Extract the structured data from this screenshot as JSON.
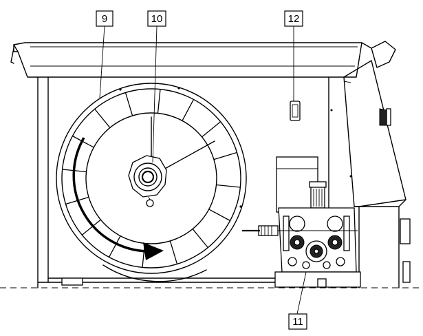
{
  "callouts": {
    "spool": "9",
    "spool_hub": "10",
    "wire_feeder": "11",
    "switch": "12"
  }
}
